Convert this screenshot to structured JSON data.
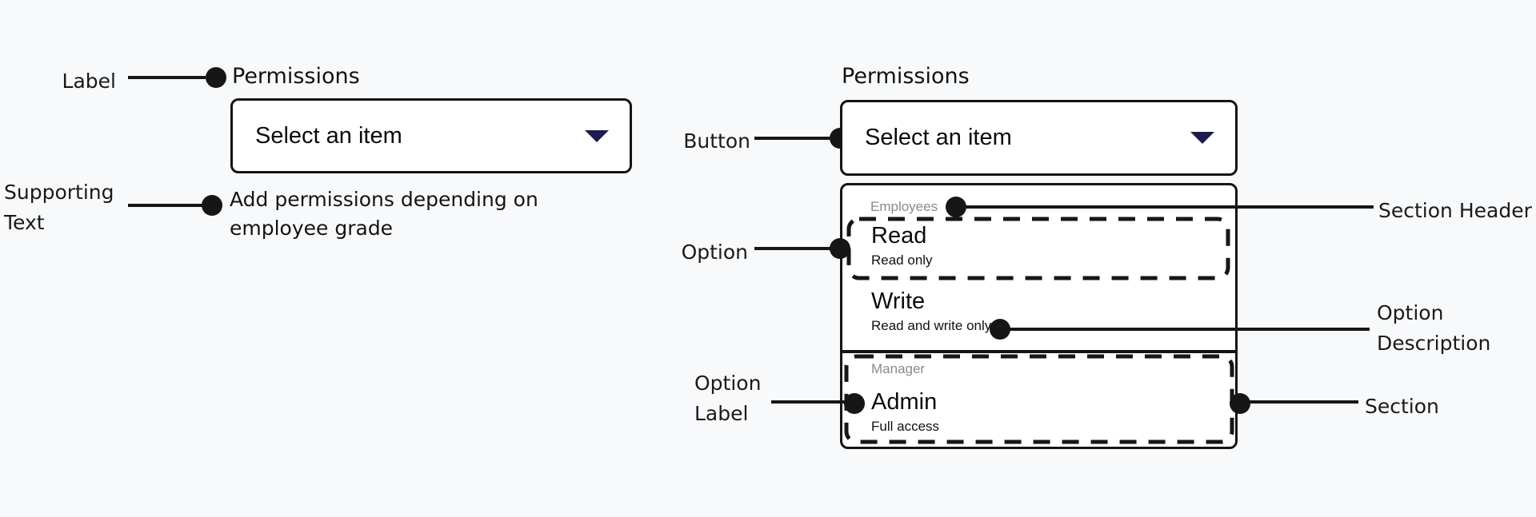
{
  "colors": {
    "background": "#f8f9fb",
    "surface": "#ffffff",
    "ink": "#161616",
    "caret_accent": "#1b1b4d",
    "section_header_text": "#8a8a8a"
  },
  "icons": {
    "dropdown_caret": "caret-down-icon"
  },
  "closed_field": {
    "label": "Permissions",
    "button_text": "Select an item",
    "supporting_text": "Add permissions depending on employee grade"
  },
  "open_field": {
    "label": "Permissions",
    "button_text": "Select an item",
    "sections": [
      {
        "header": "Employees",
        "options": [
          {
            "label": "Read",
            "description": "Read only"
          },
          {
            "label": "Write",
            "description": "Read and write only"
          }
        ]
      },
      {
        "header": "Manager",
        "options": [
          {
            "label": "Admin",
            "description": "Full access"
          }
        ]
      }
    ]
  },
  "annotations": {
    "label": "Label",
    "supporting_text": "Supporting Text",
    "button": "Button",
    "option": "Option",
    "option_label": "Option Label",
    "section_header": "Section Header",
    "option_description": "Option Description",
    "section": "Section"
  }
}
